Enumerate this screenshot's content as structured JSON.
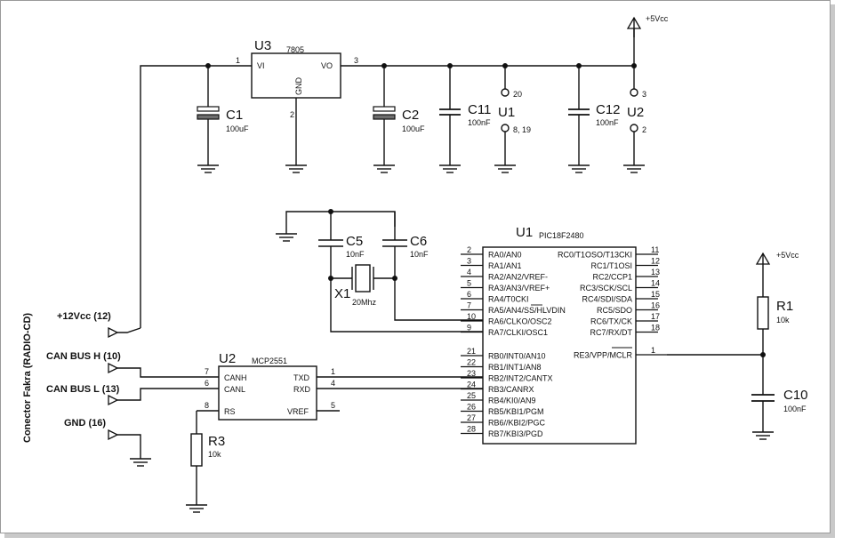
{
  "regulator": {
    "ref": "U3",
    "part": "7805",
    "vi": "VI",
    "vo": "VO",
    "gnd": "GND",
    "pin1": "1",
    "pin2": "2",
    "pin3": "3"
  },
  "supply": {
    "vcc": "+5Vcc"
  },
  "capacitors": {
    "c1": {
      "ref": "C1",
      "value": "100uF"
    },
    "c2": {
      "ref": "C2",
      "value": "100uF"
    },
    "c11": {
      "ref": "C11",
      "value": "100nF"
    },
    "c12": {
      "ref": "C12",
      "value": "100nF"
    },
    "c5": {
      "ref": "C5",
      "value": "10nF"
    },
    "c6": {
      "ref": "C6",
      "value": "10nF"
    },
    "c10": {
      "ref": "C10",
      "value": "100nF"
    }
  },
  "power_pins": {
    "u1": {
      "ref": "U1",
      "top": "20",
      "bottom": "8, 19"
    },
    "u2": {
      "ref": "U2",
      "top": "3",
      "bottom": "2"
    }
  },
  "crystal": {
    "ref": "X1",
    "value": "20Mhz"
  },
  "mcu": {
    "ref": "U1",
    "part": "PIC18F2480",
    "left_pins": [
      {
        "num": "2",
        "label": "RA0/AN0"
      },
      {
        "num": "3",
        "label": "RA1/AN1"
      },
      {
        "num": "4",
        "label": "RA2/AN2/VREF-"
      },
      {
        "num": "5",
        "label": "RA3/AN3/VREF+"
      },
      {
        "num": "6",
        "label": "RA4/T0CKI"
      },
      {
        "num": "7",
        "label": "RA5/AN4/SS/HLVDIN"
      },
      {
        "num": "10",
        "label": "RA6/CLKO/OSC2"
      },
      {
        "num": "9",
        "label": "RA7/CLKI/OSC1"
      },
      {
        "num": "21",
        "label": "RB0/INT0/AN10"
      },
      {
        "num": "22",
        "label": "RB1/INT1/AN8"
      },
      {
        "num": "23",
        "label": "RB2/INT2/CANTX"
      },
      {
        "num": "24",
        "label": "RB3/CANRX"
      },
      {
        "num": "25",
        "label": "RB4/KI0/AN9"
      },
      {
        "num": "26",
        "label": "RB5/KBI1/PGM"
      },
      {
        "num": "27",
        "label": "RB6//KBI2/PGC"
      },
      {
        "num": "28",
        "label": "RB7/KBI3/PGD"
      }
    ],
    "right_pins": [
      {
        "num": "11",
        "label": "RC0/T1OSO/T13CKI"
      },
      {
        "num": "12",
        "label": "RC1/T1OSI"
      },
      {
        "num": "13",
        "label": "RC2/CCP1"
      },
      {
        "num": "14",
        "label": "RC3/SCK/SCL"
      },
      {
        "num": "15",
        "label": "RC4/SDI/SDA"
      },
      {
        "num": "16",
        "label": "RC5/SDO"
      },
      {
        "num": "17",
        "label": "RC6/TX/CK"
      },
      {
        "num": "18",
        "label": "RC7/RX/DT"
      },
      {
        "num": "1",
        "label": "RE3/VPP/MCLR"
      }
    ]
  },
  "transceiver": {
    "ref": "U2",
    "part": "MCP2551",
    "pins": [
      {
        "num": "7",
        "label": "CANH"
      },
      {
        "num": "6",
        "label": "CANL"
      },
      {
        "num": "8",
        "label": "RS"
      },
      {
        "num": "1",
        "label": "TXD"
      },
      {
        "num": "4",
        "label": "RXD"
      },
      {
        "num": "5",
        "label": "VREF"
      }
    ]
  },
  "resistors": {
    "r1": {
      "ref": "R1",
      "value": "10k"
    },
    "r3": {
      "ref": "R3",
      "value": "10k"
    }
  },
  "connector": {
    "title": "Conector Fakra (RADIO-CD)",
    "terminals": [
      {
        "label": "+12Vcc (12)"
      },
      {
        "label": "CAN BUS H (10)"
      },
      {
        "label": "CAN BUS L (13)"
      },
      {
        "label": "GND (16)"
      }
    ]
  }
}
